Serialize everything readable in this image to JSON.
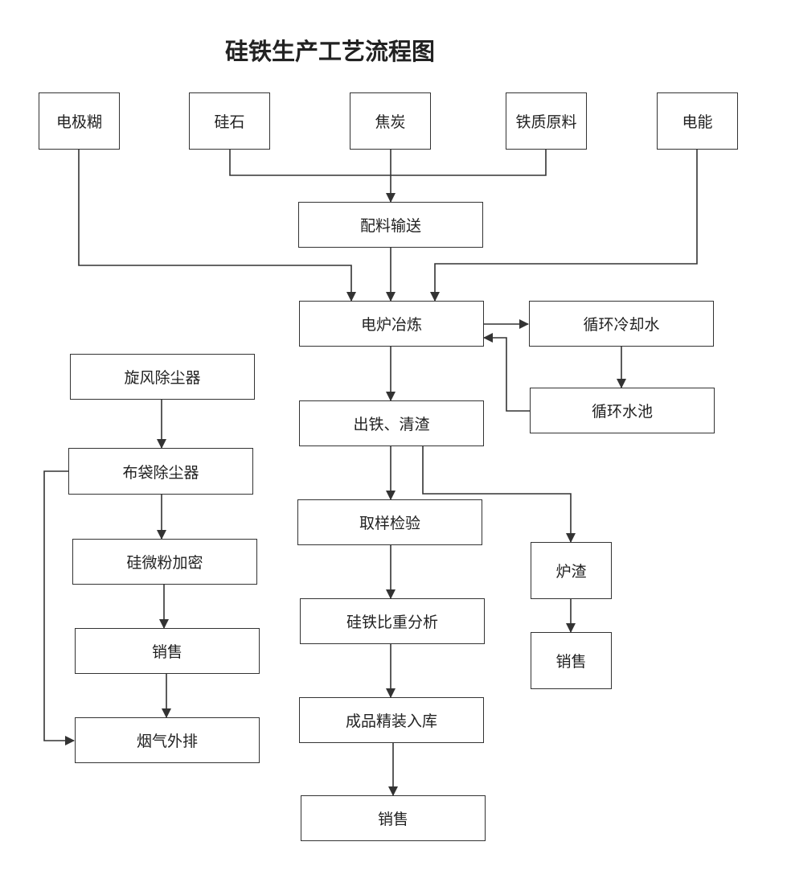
{
  "title": "硅铁生产工艺流程图",
  "nodes": {
    "electrode_paste": "电极糊",
    "silica": "硅石",
    "coke": "焦炭",
    "iron_material": "铁质原料",
    "electricity": "电能",
    "batching": "配料输送",
    "smelting": "电炉冶炼",
    "cooling_water": "循环冷却水",
    "water_pool": "循环水池",
    "cyclone": "旋风除尘器",
    "bag_filter": "布袋除尘器",
    "micro_silica": "硅微粉加密",
    "sale_left": "销售",
    "flue_gas": "烟气外排",
    "tapping": "出铁、清渣",
    "sampling": "取样检验",
    "gravity": "硅铁比重分析",
    "packing": "成品精装入库",
    "sale_center": "销售",
    "slag": "炉渣",
    "sale_slag": "销售"
  },
  "colors": {
    "line": "#333333",
    "text": "#222222",
    "background": "#ffffff"
  }
}
